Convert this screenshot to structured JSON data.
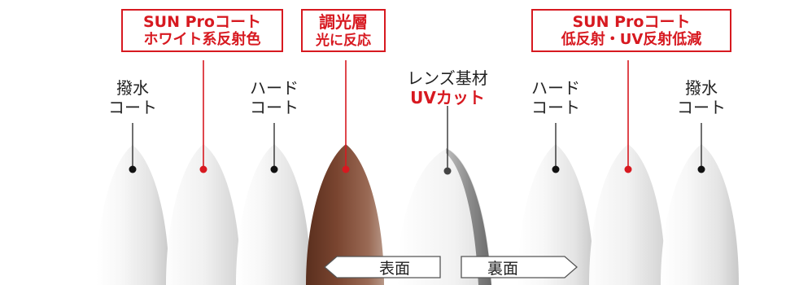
{
  "callouts": {
    "sun_pro_white": {
      "line1": "SUN Proコート",
      "line2": "ホワイト系反射色"
    },
    "photochromic": {
      "line1": "調光層",
      "line2": "光に反応"
    },
    "sun_pro_low": {
      "line1": "SUN Proコート",
      "line2": "低反射・UV反射低減"
    }
  },
  "labels": {
    "water_repellent_left": {
      "line1": "撥水",
      "line2": "コート"
    },
    "hard_left": {
      "line1": "ハード",
      "line2": "コート"
    },
    "lens_base": {
      "line1": "レンズ基材",
      "line2": "UVカット"
    },
    "hard_right": {
      "line1": "ハード",
      "line2": "コート"
    },
    "water_repellent_right": {
      "line1": "撥水",
      "line2": "コート"
    }
  },
  "direction": {
    "front": "表面",
    "back": "裏面"
  },
  "colors": {
    "accent_red": "#d71920",
    "brown_layer": "#7a4530"
  }
}
